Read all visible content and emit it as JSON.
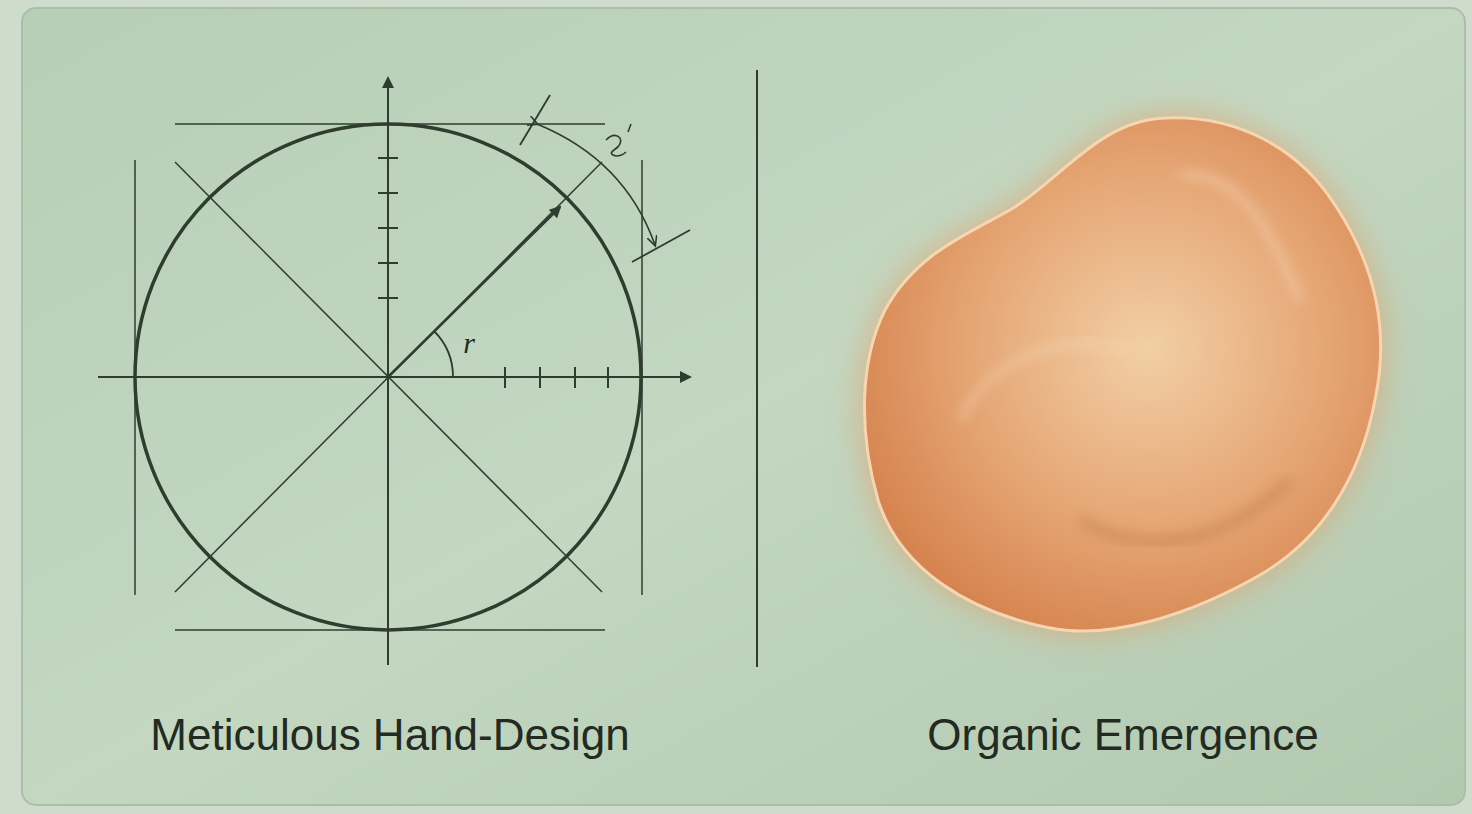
{
  "diagram": {
    "labels": [
      "Meticulous Hand-Design",
      "Organic Emergence",
      "r"
    ]
  }
}
